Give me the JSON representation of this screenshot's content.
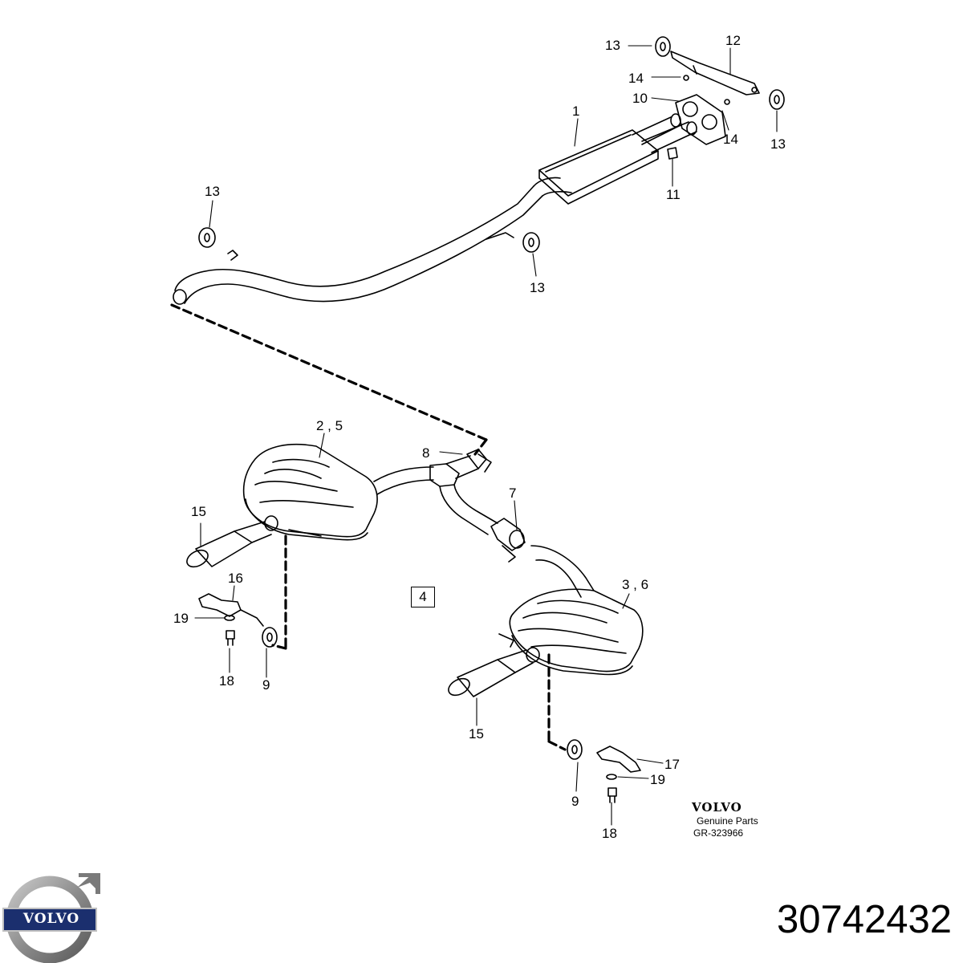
{
  "callouts": [
    {
      "id": "c1",
      "text": "1"
    },
    {
      "id": "c2",
      "text": "2 , 5"
    },
    {
      "id": "c3",
      "text": "3 , 6"
    },
    {
      "id": "c7",
      "text": "7"
    },
    {
      "id": "c8",
      "text": "8"
    },
    {
      "id": "c9a",
      "text": "9"
    },
    {
      "id": "c9b",
      "text": "9"
    },
    {
      "id": "c10",
      "text": "10"
    },
    {
      "id": "c11",
      "text": "11"
    },
    {
      "id": "c12",
      "text": "12"
    },
    {
      "id": "c13a",
      "text": "13"
    },
    {
      "id": "c13b",
      "text": "13"
    },
    {
      "id": "c13c",
      "text": "13"
    },
    {
      "id": "c13d",
      "text": "13"
    },
    {
      "id": "c14a",
      "text": "14"
    },
    {
      "id": "c14b",
      "text": "14"
    },
    {
      "id": "c15a",
      "text": "15"
    },
    {
      "id": "c15b",
      "text": "15"
    },
    {
      "id": "c16",
      "text": "16"
    },
    {
      "id": "c17",
      "text": "17"
    },
    {
      "id": "c18a",
      "text": "18"
    },
    {
      "id": "c18b",
      "text": "18"
    },
    {
      "id": "c19a",
      "text": "19"
    },
    {
      "id": "c19b",
      "text": "19"
    }
  ],
  "box_label": "4",
  "watermark": {
    "brand": "VOLVO",
    "subtitle": "Genuine Parts",
    "code": "GR-323966"
  },
  "logo": {
    "brand": "VOLVO",
    "colors": {
      "ring": "#8c8c8c",
      "band": "#1b2f6e"
    }
  },
  "part_number": "30742432"
}
